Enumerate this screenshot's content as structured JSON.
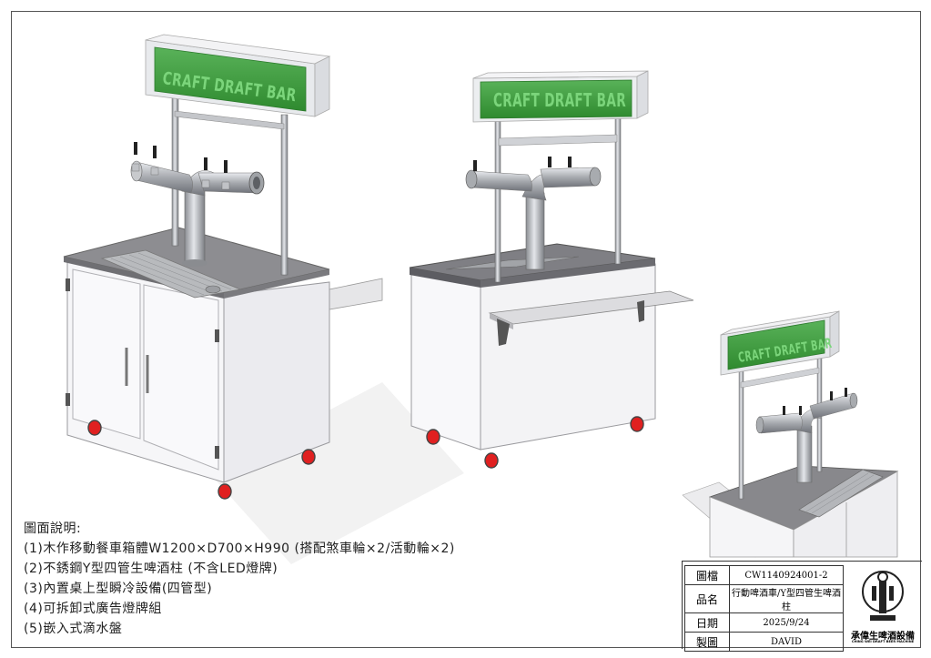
{
  "signs": {
    "left": "CRAFT DRAFT BAR",
    "middle": "CRAFT DRAFT BAR",
    "right": "CRAFT DRAFT BAR"
  },
  "notes": {
    "heading": "圖面說明:",
    "items": [
      "(1)木作移動餐車箱體W1200×D700×H990 (搭配煞車輪×2/活動輪×2)",
      "(2)不銹鋼Y型四管生啤酒柱 (不含LED燈牌)",
      "(3)內置桌上型瞬冷設備(四管型)",
      "(4)可拆卸式廣告燈牌組",
      "(5)嵌入式滴水盤"
    ]
  },
  "title_block": {
    "rows": [
      {
        "label": "圖檔",
        "value": "CW1140924001-2"
      },
      {
        "label": "品名",
        "value": "行動啤酒車/Y型四管生啤酒柱"
      },
      {
        "label": "日期",
        "value": "2025/9/24"
      },
      {
        "label": "製圖",
        "value": "DAVID"
      }
    ],
    "logo_name": "承偉生啤酒設備",
    "logo_sub": "CHING WEI DRAFT BEER MACHINE"
  },
  "colors": {
    "sign_green": "#3c9a3c",
    "wheel_red": "#e02020",
    "cabinet_white": "#f4f4f6",
    "countertop_gray": "#8a8a8e"
  }
}
